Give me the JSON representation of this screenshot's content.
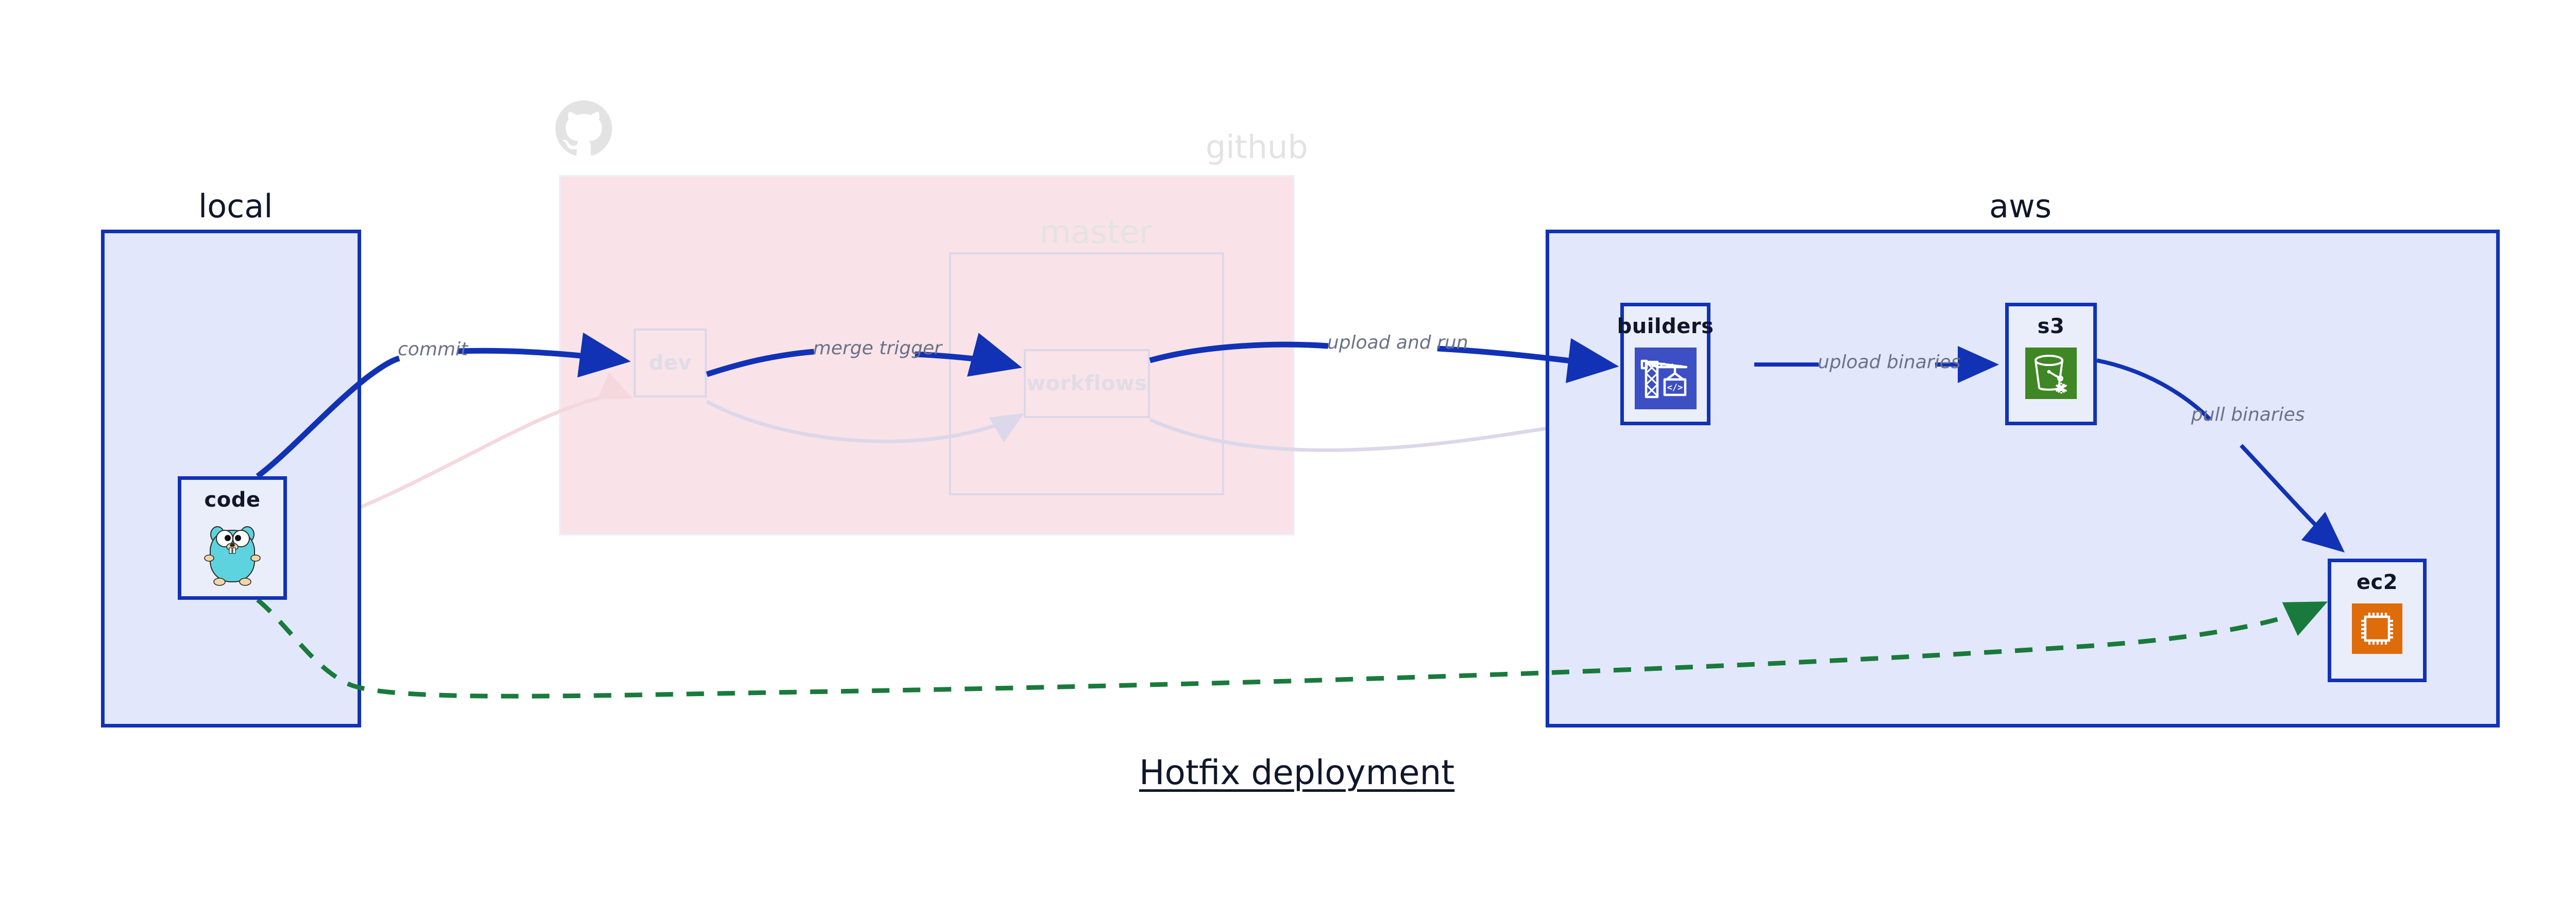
{
  "diagram": {
    "title": "Hotfix deployment",
    "background": "#ffffff"
  },
  "colors": {
    "primary_blue": "#1132b5",
    "group_blue_fill": "#e2e7fb",
    "node_fill": "#eaeefb",
    "github_pink": "#f9e3e8",
    "faded_gray": "#e3e3e3",
    "ghost_border": "#dcd7ea",
    "label_gray": "#6b7186",
    "dashed_green": "#1a7a3c",
    "builders_icon_bg": "#3c4fc4",
    "s3_icon_bg": "#3f8624",
    "ec2_icon_bg": "#de6c0a",
    "gopher_teal": "#5ed3e0"
  },
  "groups": [
    {
      "id": "local",
      "label": "local",
      "state": "active"
    },
    {
      "id": "github",
      "label": "github",
      "state": "faded"
    },
    {
      "id": "aws",
      "label": "aws",
      "state": "active"
    }
  ],
  "github_inner": {
    "master_label": "master"
  },
  "nodes": [
    {
      "id": "code",
      "label": "code",
      "icon": "go-gopher-icon",
      "group": "local",
      "state": "active"
    },
    {
      "id": "dev",
      "label": "dev",
      "icon": null,
      "group": "github",
      "state": "faded"
    },
    {
      "id": "workflows",
      "label": "workflows",
      "icon": null,
      "group": "github",
      "state": "faded"
    },
    {
      "id": "builders",
      "label": "builders",
      "icon": "crane-code-icon",
      "group": "aws",
      "state": "active"
    },
    {
      "id": "s3",
      "label": "s3",
      "icon": "s3-bucket-icon",
      "group": "aws",
      "state": "active"
    },
    {
      "id": "ec2",
      "label": "ec2",
      "icon": "cpu-chip-icon",
      "group": "aws",
      "state": "active"
    }
  ],
  "edges": [
    {
      "id": "commit",
      "label": "commit",
      "from": "code",
      "to": "dev",
      "style": "solid-blue",
      "state": "active"
    },
    {
      "id": "merge-trigger",
      "label": "merge trigger",
      "from": "dev",
      "to": "workflows",
      "style": "solid-blue",
      "state": "active"
    },
    {
      "id": "upload-and-run",
      "label": "upload and run",
      "from": "workflows",
      "to": "builders",
      "style": "solid-blue",
      "state": "active"
    },
    {
      "id": "upload-binaries",
      "label": "upload binaries",
      "from": "builders",
      "to": "s3",
      "style": "solid-blue",
      "state": "active"
    },
    {
      "id": "pull-binaries",
      "label": "pull binaries",
      "from": "s3",
      "to": "ec2",
      "style": "solid-blue",
      "state": "active"
    },
    {
      "id": "hotfix-direct",
      "label": "",
      "from": "code",
      "to": "ec2",
      "style": "dashed-green",
      "state": "active"
    },
    {
      "id": "ghost-code-dev",
      "label": "",
      "from": "code",
      "to": "dev",
      "style": "faded-pink",
      "state": "faded"
    },
    {
      "id": "ghost-dev-wf",
      "label": "",
      "from": "dev",
      "to": "workflows",
      "style": "faded-lilac",
      "state": "faded"
    },
    {
      "id": "ghost-wf-build",
      "label": "",
      "from": "workflows",
      "to": "builders",
      "style": "faded-lilac",
      "state": "faded"
    }
  ],
  "logos": [
    {
      "id": "github-logo",
      "name": "github-octocat-icon",
      "state": "faded"
    }
  ]
}
